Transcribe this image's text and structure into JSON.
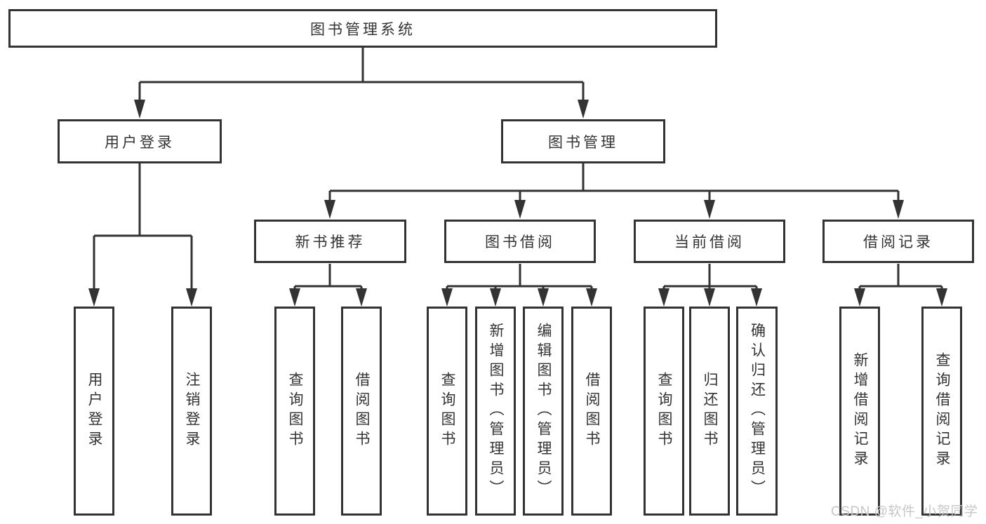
{
  "tree": {
    "root": {
      "label": "图书管理系统"
    },
    "branches": [
      {
        "label": "用户登录",
        "children": [
          {
            "label": "用户登录"
          },
          {
            "label": "注销登录"
          }
        ]
      },
      {
        "label": "图书管理",
        "children": [
          {
            "label": "新书推荐",
            "children": [
              {
                "label": "查询图书"
              },
              {
                "label": "借阅图书"
              }
            ]
          },
          {
            "label": "图书借阅",
            "children": [
              {
                "label": "查询图书"
              },
              {
                "label": "新增图书（管理员）"
              },
              {
                "label": "编辑图书（管理员）"
              },
              {
                "label": "借阅图书"
              }
            ]
          },
          {
            "label": "当前借阅",
            "children": [
              {
                "label": "查询图书"
              },
              {
                "label": "归还图书"
              },
              {
                "label": "确认归还（管理员）"
              }
            ]
          },
          {
            "label": "借阅记录",
            "children": [
              {
                "label": "新增借阅记录"
              },
              {
                "label": "查询借阅记录"
              }
            ]
          }
        ]
      }
    ]
  },
  "watermark": {
    "text": "CSDN @软件_小贺同学"
  },
  "colors": {
    "line": "#333333",
    "text": "#333333",
    "box_background": "#ffffff",
    "watermark": "#c7c7c7",
    "background": "#ffffff"
  }
}
